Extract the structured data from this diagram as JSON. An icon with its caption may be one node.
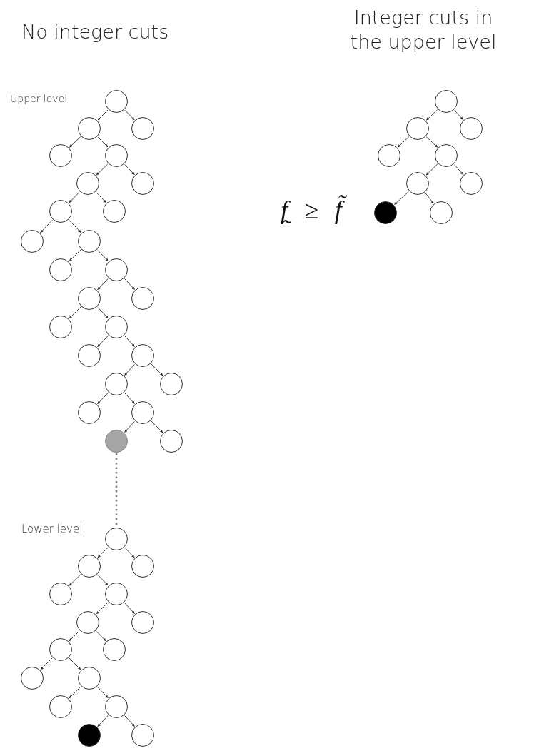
{
  "diagram": {
    "nodes": [
      {
        "text": [],
        "shape": "circle"
      },
      {
        "text": [],
        "shape": "circle"
      },
      {
        "text": [],
        "shape": "circle"
      },
      {
        "text": [],
        "shape": "circle"
      },
      {
        "text": [],
        "shape": "circle"
      },
      {
        "text": [],
        "shape": "circle"
      },
      {
        "text": [],
        "shape": "circle"
      },
      {
        "text": [],
        "shape": "circle"
      },
      {
        "text": [],
        "shape": "circle"
      },
      {
        "text": [],
        "shape": "circle"
      },
      {
        "text": [],
        "shape": "circle"
      },
      {
        "text": [],
        "shape": "circle"
      },
      {
        "text": [],
        "shape": "circle"
      },
      {
        "text": [],
        "shape": "circle"
      },
      {
        "text": [],
        "shape": "circle"
      },
      {
        "text": [],
        "shape": "circle"
      },
      {
        "text": [],
        "shape": "circle"
      },
      {
        "text": [],
        "shape": "circle"
      },
      {
        "text": [],
        "shape": "circle"
      },
      {
        "text": [],
        "shape": "circle"
      },
      {
        "text": [],
        "shape": "circle"
      },
      {
        "text": [],
        "shape": "circle"
      },
      {
        "text": [],
        "shape": "circle"
      },
      {
        "text": [],
        "shape": "circle"
      },
      {
        "text": [],
        "shape": "circle"
      },
      {
        "text": [],
        "shape": "circle"
      },
      {
        "text": [],
        "shape": "circle"
      },
      {
        "text": [],
        "shape": "circle"
      },
      {
        "text": [],
        "shape": "circle"
      },
      {
        "text": [],
        "shape": "circle"
      },
      {
        "text": [],
        "shape": "circle"
      },
      {
        "text": [],
        "shape": "circle"
      },
      {
        "text": [],
        "shape": "circle"
      },
      {
        "text": [],
        "shape": "circle"
      },
      {
        "text": [],
        "shape": "circle"
      },
      {
        "text": [],
        "shape": "circle"
      },
      {
        "text": [],
        "shape": "circle"
      },
      {
        "text": [],
        "shape": "circle"
      },
      {
        "text": [],
        "shape": "circle"
      },
      {
        "text": [],
        "shape": "circle"
      },
      {
        "text": [],
        "shape": "circle"
      },
      {
        "text": [],
        "shape": "circle"
      },
      {
        "text": [],
        "shape": "circle"
      },
      {
        "text": [],
        "shape": "circle"
      },
      {
        "text": [],
        "shape": "circle"
      },
      {
        "text": [],
        "shape": "circle"
      },
      {
        "text": [],
        "shape": "circle"
      },
      {
        "text": [],
        "shape": "circle"
      },
      {
        "text": [],
        "shape": "circle"
      }
    ],
    "edges": [
      {
        "from": 0,
        "to": 1,
        "arrow": "to"
      },
      {
        "from": 0,
        "to": 2,
        "arrow": "to"
      },
      {
        "from": 1,
        "to": 3,
        "arrow": "to"
      },
      {
        "from": 1,
        "to": 4,
        "arrow": "to"
      },
      {
        "from": 4,
        "to": 5,
        "arrow": "to"
      },
      {
        "from": 4,
        "to": 6,
        "arrow": "to"
      },
      {
        "from": 5,
        "to": 7,
        "arrow": "to"
      },
      {
        "from": 5,
        "to": 8,
        "arrow": "to"
      },
      {
        "from": 7,
        "to": 9,
        "arrow": "to"
      },
      {
        "from": 7,
        "to": 10,
        "arrow": "to"
      },
      {
        "from": 10,
        "to": 11,
        "arrow": "to"
      },
      {
        "from": 10,
        "to": 12,
        "arrow": "to"
      },
      {
        "from": 12,
        "to": 13,
        "arrow": "to"
      },
      {
        "from": 12,
        "to": 14,
        "arrow": "to"
      },
      {
        "from": 13,
        "to": 15,
        "arrow": "to"
      },
      {
        "from": 13,
        "to": 16,
        "arrow": "to"
      },
      {
        "from": 16,
        "to": 17,
        "arrow": "to"
      },
      {
        "from": 16,
        "to": 18,
        "arrow": "to"
      },
      {
        "from": 18,
        "to": 19,
        "arrow": "to"
      },
      {
        "from": 18,
        "to": 20,
        "arrow": "to"
      },
      {
        "from": 19,
        "to": 21,
        "arrow": "to"
      },
      {
        "from": 19,
        "to": 22,
        "arrow": "to"
      },
      {
        "from": 22,
        "to": 23,
        "arrow": "to"
      },
      {
        "from": 22,
        "to": 24,
        "arrow": "to"
      },
      {
        "from": 23,
        "to": 25,
        "arrow": "none",
        "style": "dashed",
        "color": "#808080"
      },
      {
        "from": 25,
        "to": 26,
        "arrow": "to"
      },
      {
        "from": 25,
        "to": 27,
        "arrow": "to"
      },
      {
        "from": 26,
        "to": 28,
        "arrow": "to"
      },
      {
        "from": 26,
        "to": 29,
        "arrow": "to"
      },
      {
        "from": 29,
        "to": 30,
        "arrow": "to"
      },
      {
        "from": 29,
        "to": 31,
        "arrow": "to"
      },
      {
        "from": 30,
        "to": 32,
        "arrow": "to"
      },
      {
        "from": 30,
        "to": 33,
        "arrow": "to"
      },
      {
        "from": 32,
        "to": 34,
        "arrow": "to"
      },
      {
        "from": 32,
        "to": 35,
        "arrow": "to"
      },
      {
        "from": 35,
        "to": 36,
        "arrow": "to"
      },
      {
        "from": 35,
        "to": 37,
        "arrow": "to"
      },
      {
        "from": 37,
        "to": 38,
        "arrow": "to"
      },
      {
        "from": 37,
        "to": 39,
        "arrow": "to"
      },
      {
        "from": 40,
        "to": 41,
        "arrow": "to"
      },
      {
        "from": 40,
        "to": 42,
        "arrow": "to"
      },
      {
        "from": 41,
        "to": 43,
        "arrow": "to"
      },
      {
        "from": 41,
        "to": 44,
        "arrow": "to"
      },
      {
        "from": 44,
        "to": 45,
        "arrow": "to"
      },
      {
        "from": 44,
        "to": 46,
        "arrow": "to"
      },
      {
        "from": 45,
        "to": 47,
        "arrow": "to"
      },
      {
        "from": 45,
        "to": 48,
        "arrow": "to"
      }
    ],
    "labels": [
      "No integer cuts",
      "Integer cuts in the upper level",
      "Upper level",
      "Lower level",
      "f̰ ≥ f̃"
    ]
  }
}
